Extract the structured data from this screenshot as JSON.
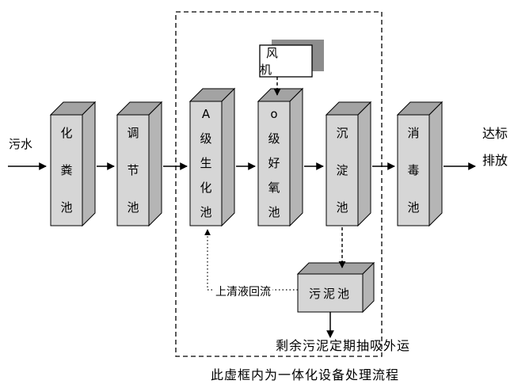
{
  "diagram": {
    "source_label": "污水",
    "output_label": "达标排放",
    "fan_label": "风 机",
    "boxes": [
      {
        "label": "化粪池"
      },
      {
        "label": "调节池"
      },
      {
        "label": "A级生化池"
      },
      {
        "label": "o级好氧池"
      },
      {
        "label": "沉淀池"
      },
      {
        "label": "消毒池"
      }
    ],
    "sludge_tank_label": "污泥池",
    "reflux_label": "上清液回流",
    "sludge_note": "剩余污泥定期抽吸外运",
    "caption": "此虚框内为一体化设备处理流程",
    "colors": {
      "front": "#d6d6d6",
      "top": "#a3a3a3",
      "side": "#b5b5b5",
      "fan_shadow": "#8c8c8c"
    }
  }
}
